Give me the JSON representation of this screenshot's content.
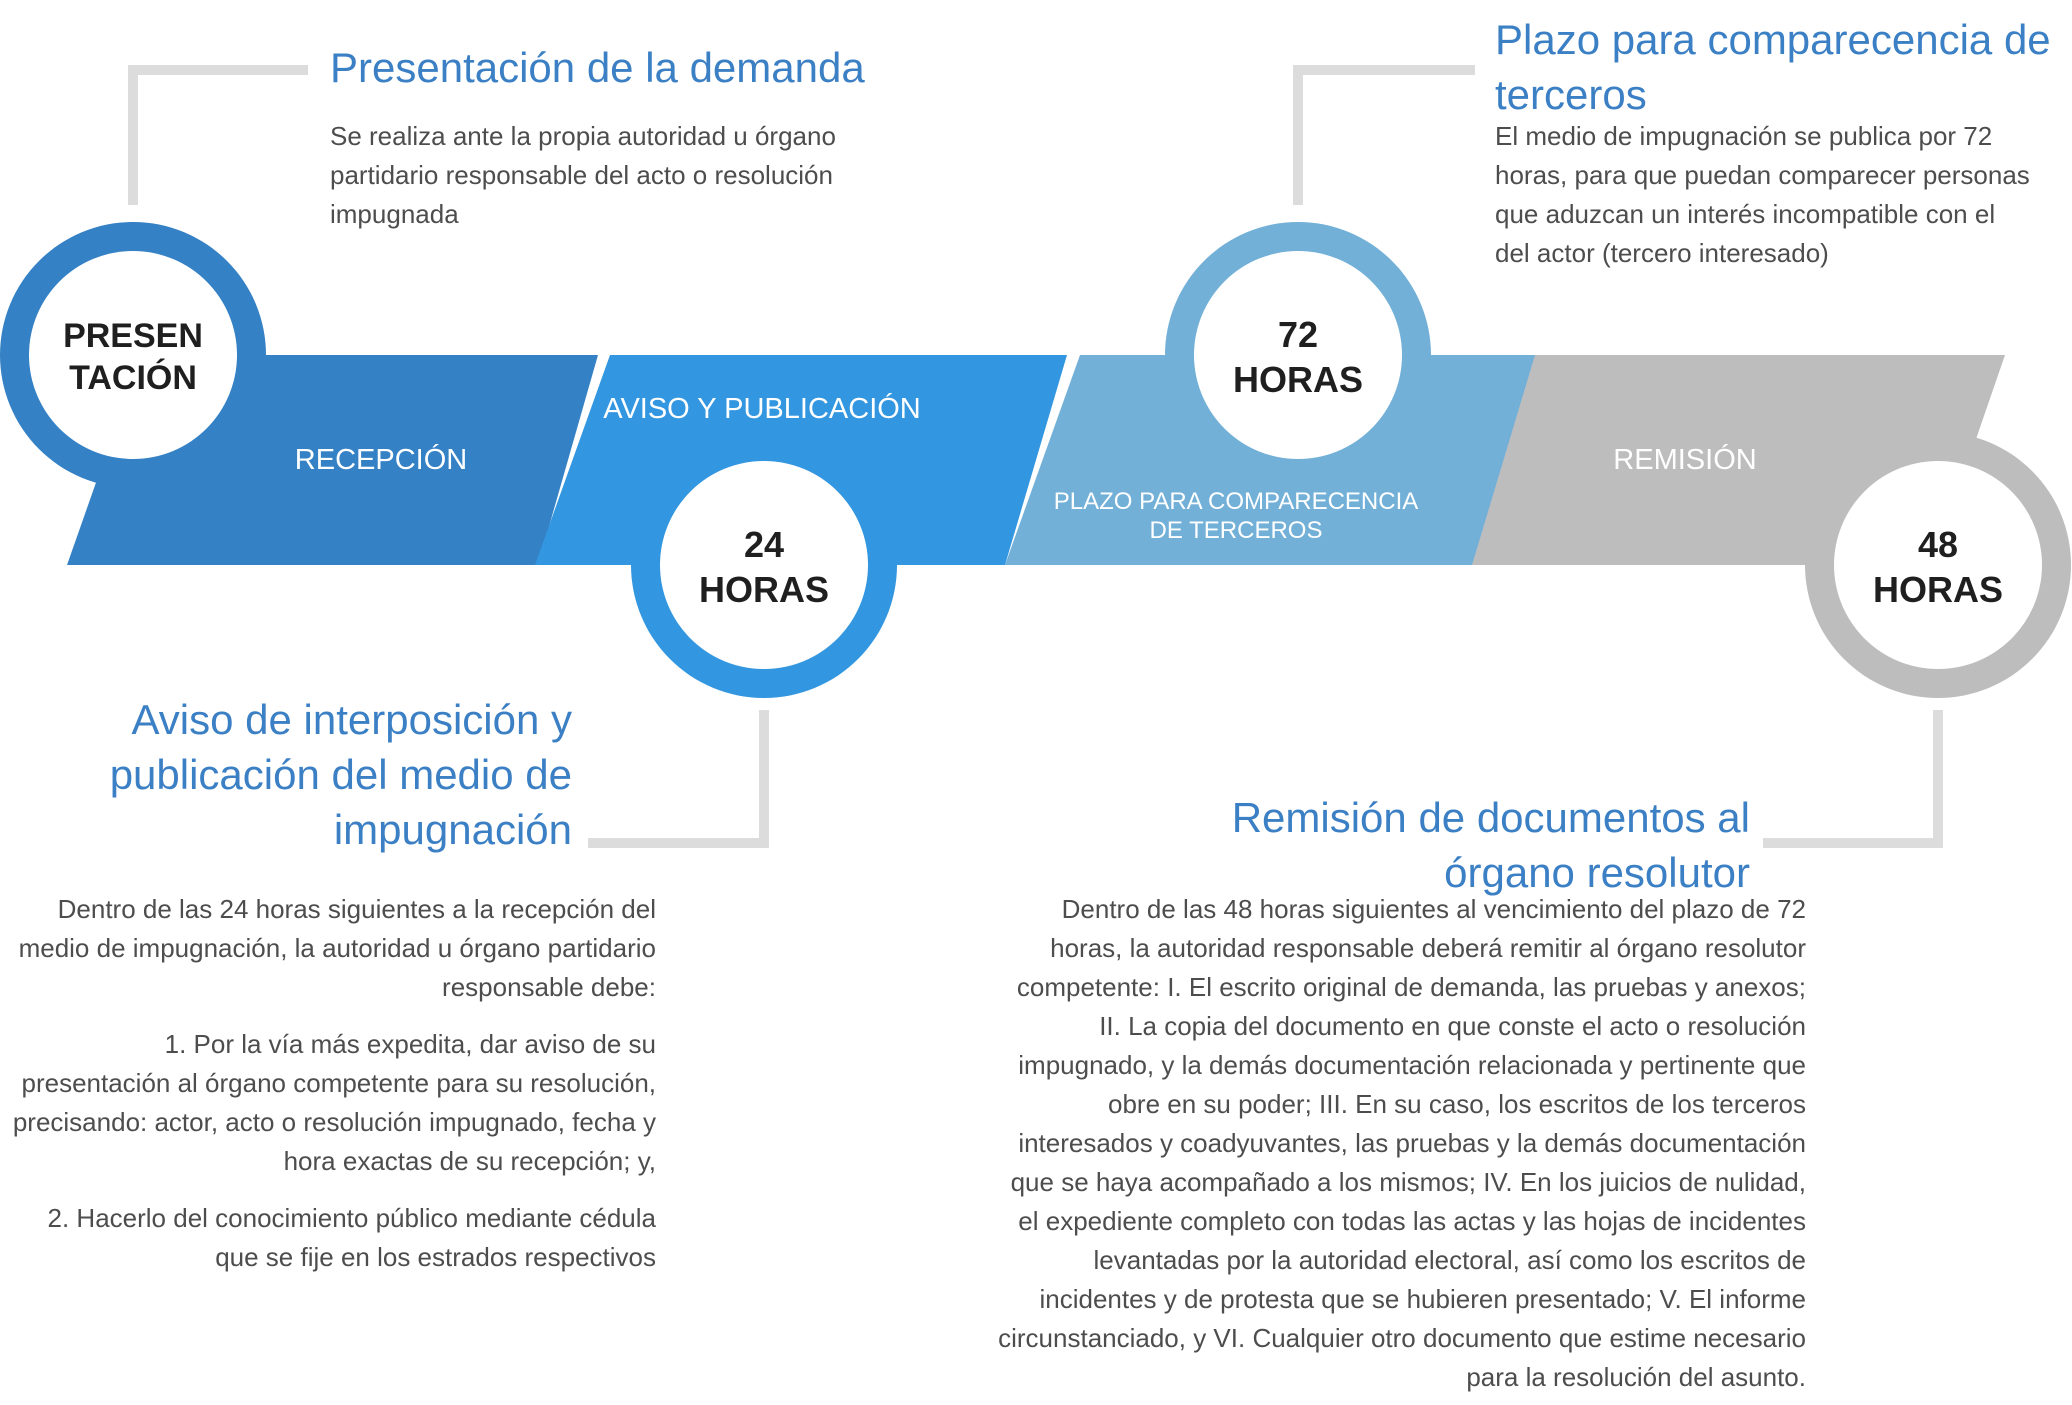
{
  "colors": {
    "step1": "#3481c5",
    "step2": "#3296e0",
    "step3": "#72b0d8",
    "step4": "#bdbdbd",
    "connector": "#dcdcdc",
    "heading": "#3b7fc4",
    "body": "#4d4d4d",
    "circle_text": "#1f1f1f"
  },
  "steps": [
    {
      "circle_lines": [
        "PRESEN",
        "TACIÓN"
      ],
      "band_lines": [
        "RECEPCIÓN"
      ],
      "title": "Presentación de la demanda",
      "paragraphs": [
        "Se realiza ante la propia autoridad u órgano partidario responsable del acto o resolución impugnada"
      ]
    },
    {
      "circle_lines": [
        "24",
        "HORAS"
      ],
      "band_lines": [
        "AVISO Y PUBLICACIÓN"
      ],
      "title": "Aviso de interposición y publicación del medio de impugnación",
      "paragraphs": [
        "Dentro de las 24 horas siguientes a la recepción del medio de impugnación, la autoridad u órgano partidario responsable debe:",
        "1. Por la vía más expedita, dar aviso de su presentación al órgano competente para su resolución, precisando: actor, acto o resolución impugnado, fecha y hora exactas de su recepción; y,",
        "2. Hacerlo del conocimiento público mediante cédula que se fije en los estrados respectivos"
      ]
    },
    {
      "circle_lines": [
        "72",
        "HORAS"
      ],
      "band_lines": [
        "PLAZO PARA COMPARECENCIA",
        "DE TERCEROS"
      ],
      "title": "Plazo para comparecencia de terceros",
      "paragraphs": [
        "El medio de impugnación se publica por 72 horas, para que puedan comparecer personas que aduzcan un interés incompatible con el del actor (tercero interesado)"
      ]
    },
    {
      "circle_lines": [
        "48",
        "HORAS"
      ],
      "band_lines": [
        "REMISIÓN"
      ],
      "title": "Remisión de documentos al órgano resolutor",
      "paragraphs": [
        "Dentro de las 48 horas siguientes al vencimiento del plazo de 72 horas, la autoridad responsable deberá remitir al órgano resolutor competente: I. El escrito original de demanda, las pruebas y anexos; II. La copia del documento en que conste el acto o resolución impugnado, y la demás documentación relacionada y pertinente que obre en su poder; III. En su caso, los escritos de los terceros interesados y coadyuvantes, las pruebas y la demás documentación que se haya acompañado a los mismos; IV. En los juicios de nulidad, el expediente completo con todas las actas y las hojas de incidentes levantadas por la autoridad electoral, así como los escritos de incidentes y de protesta que se hubieren presentado; V. El informe circunstanciado, y VI. Cualquier otro documento que estime necesario para la resolución del asunto."
      ]
    }
  ]
}
